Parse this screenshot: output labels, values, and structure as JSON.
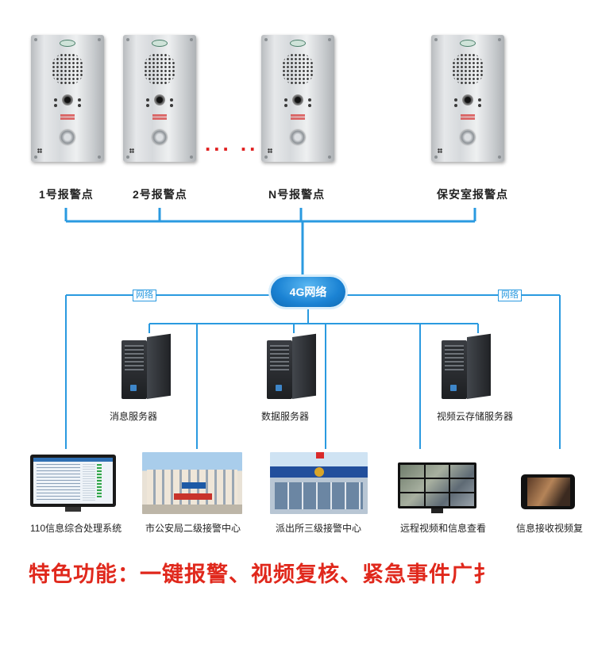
{
  "alarm_points": [
    {
      "label": "1号报警点"
    },
    {
      "label": "2号报警点"
    },
    {
      "label": "N号报警点"
    },
    {
      "label": "保安室报警点"
    }
  ],
  "ellipsis": "... ..",
  "network": {
    "hub_label": "4G网络",
    "left_tag": "网络",
    "right_tag": "网络",
    "line_color": "#2a9ae0"
  },
  "servers": [
    {
      "label": "消息服务器"
    },
    {
      "label": "数据服务器"
    },
    {
      "label": "视频云存储服务器"
    }
  ],
  "terminals": [
    {
      "label": "110信息综合处理系统",
      "icon": "monitor-icon"
    },
    {
      "label": "市公安局二级接警中心",
      "icon": "police-building-photo"
    },
    {
      "label": "派出所三级接警中心",
      "icon": "police-station-photo"
    },
    {
      "label": "远程视频和信息查看",
      "icon": "video-wall-icon"
    },
    {
      "label": "信息接收视频复",
      "icon": "smartphone-icon"
    }
  ],
  "features_text": "特色功能：一键报警、视频复核、紧急事件广扌",
  "colors": {
    "accent_blue": "#2a9ae0",
    "feature_red": "#e0281c"
  }
}
